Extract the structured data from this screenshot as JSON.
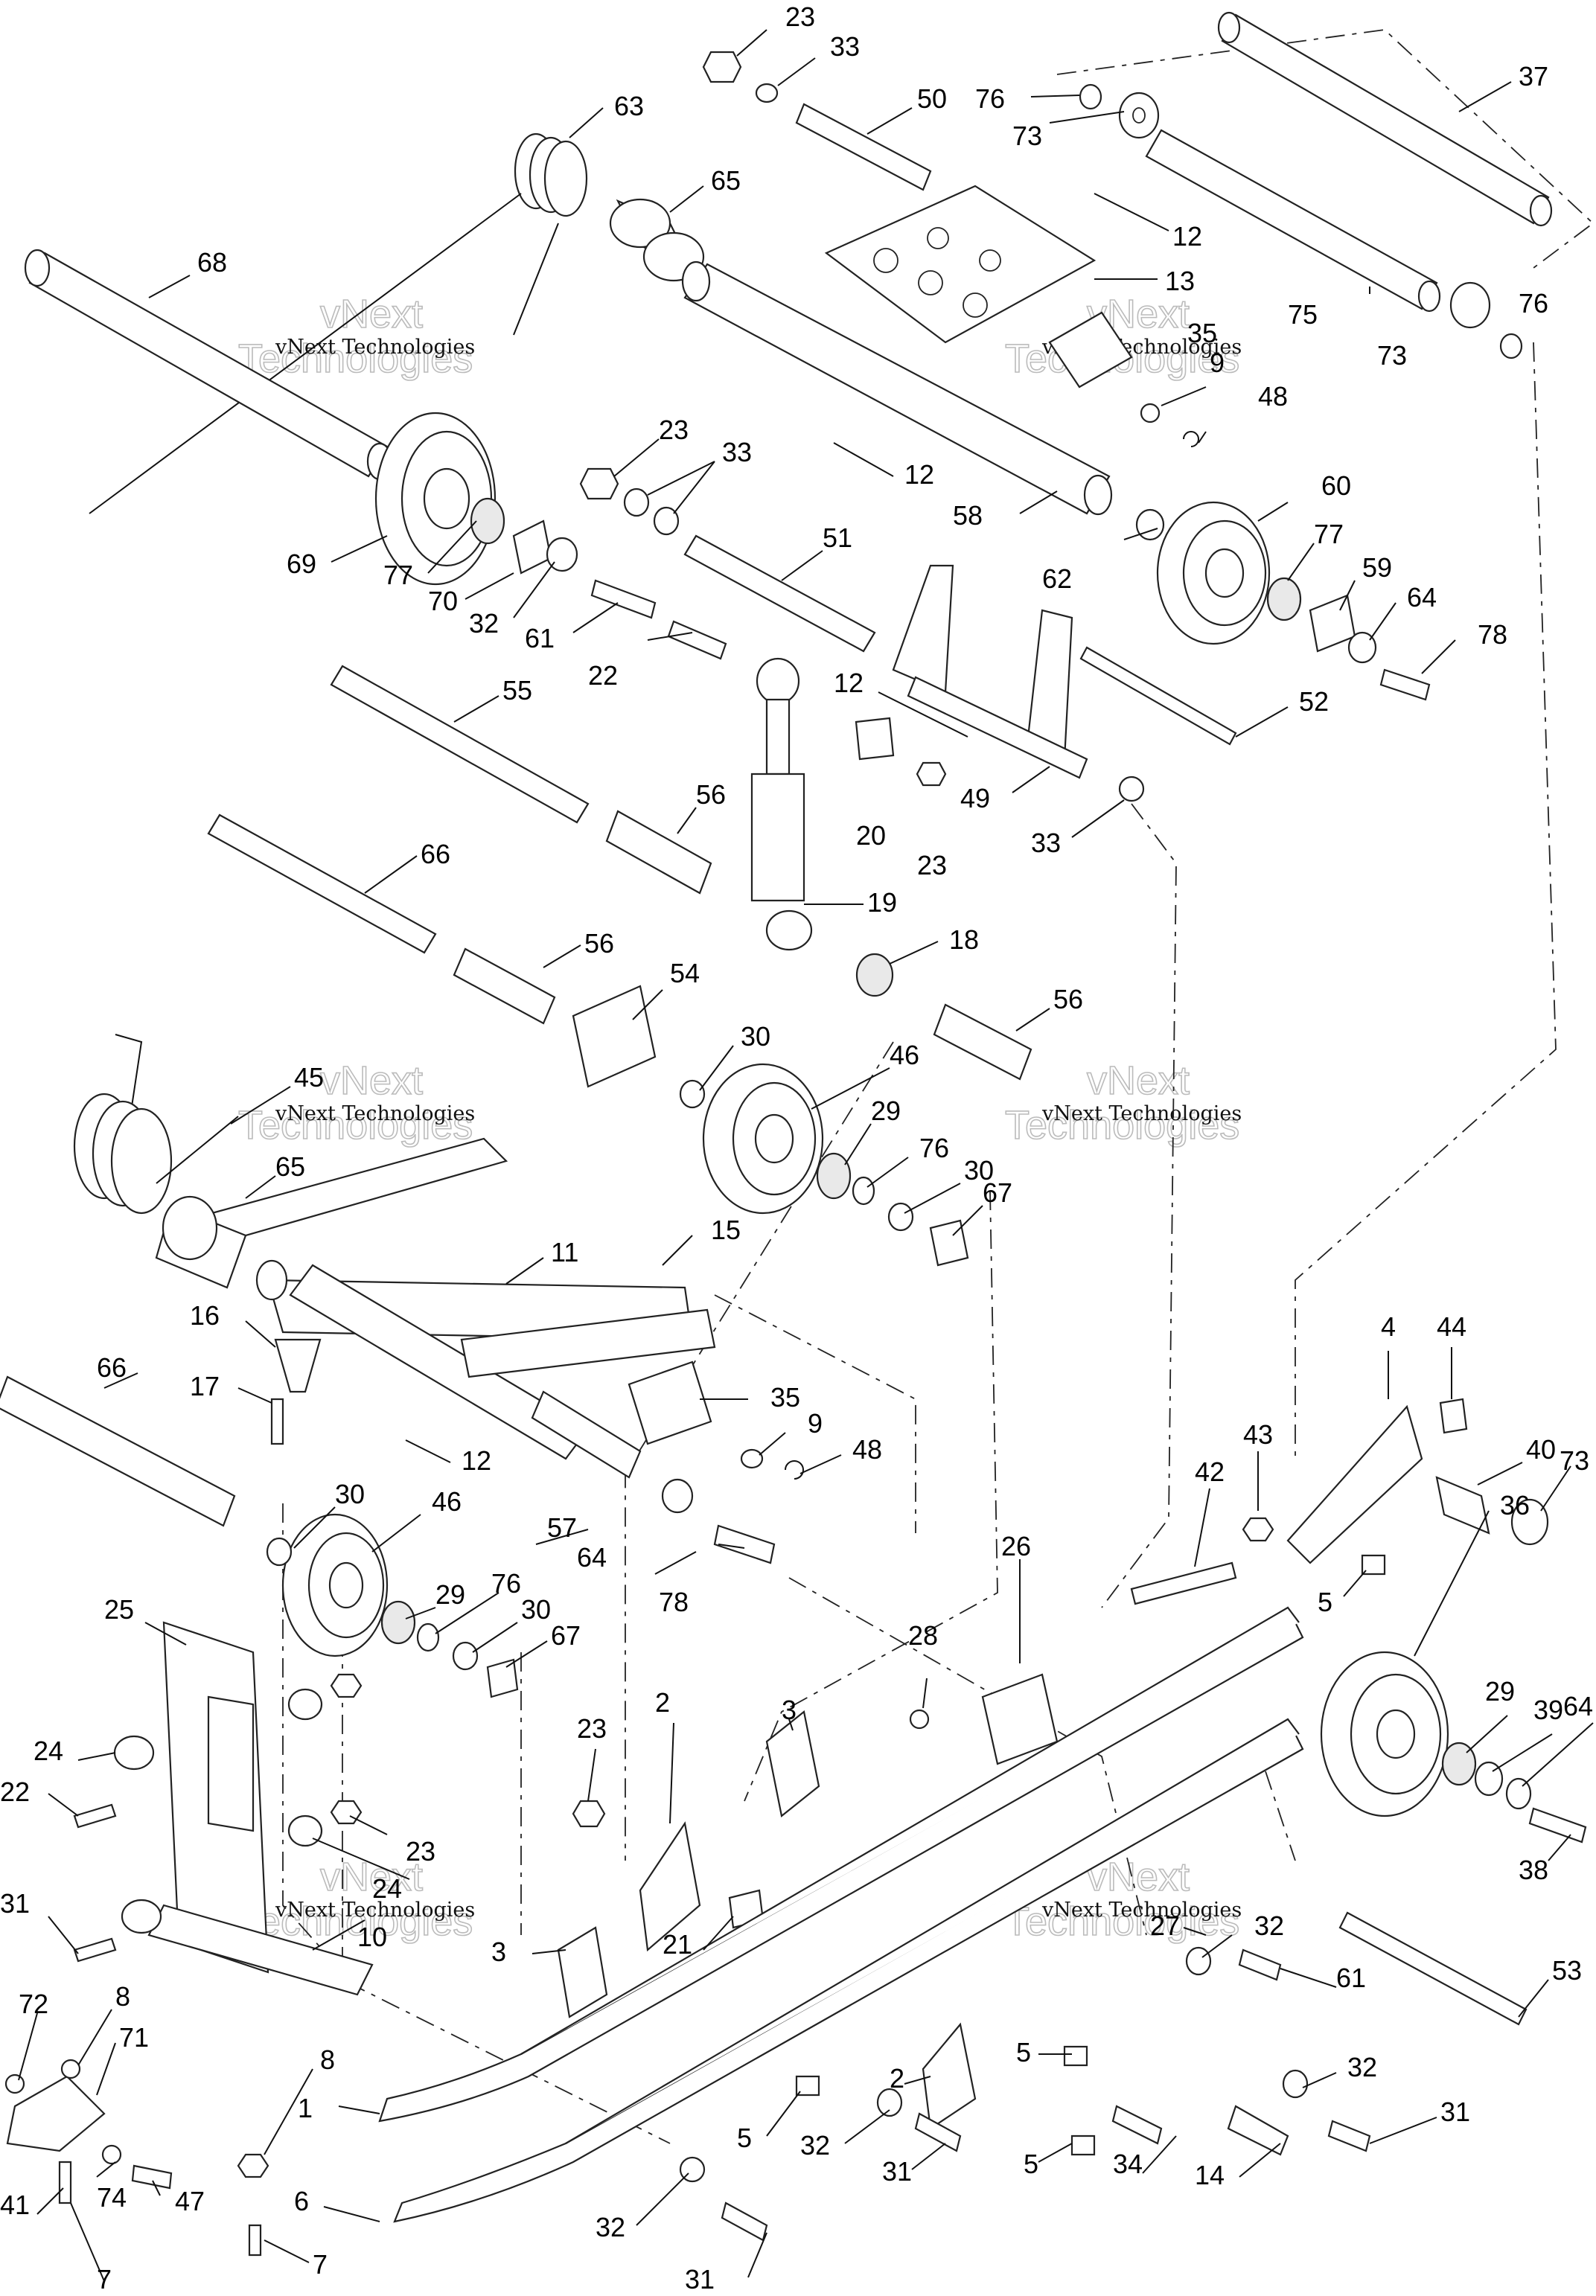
{
  "watermark": {
    "small_text": "vNext Technologies",
    "big_text_line1": "vNext",
    "big_text_line2": "Technologies"
  },
  "callouts": [
    "23",
    "33",
    "50",
    "76",
    "73",
    "37",
    "63",
    "65",
    "12",
    "13",
    "68",
    "35",
    "9",
    "48",
    "23",
    "33",
    "12",
    "58",
    "75",
    "73",
    "76",
    "60",
    "69",
    "77",
    "70",
    "32",
    "61",
    "51",
    "62",
    "77",
    "59",
    "64",
    "78",
    "22",
    "55",
    "12",
    "52",
    "49",
    "20",
    "23",
    "33",
    "56",
    "66",
    "19",
    "18",
    "56",
    "54",
    "56",
    "30",
    "46",
    "29",
    "76",
    "30",
    "67",
    "45",
    "65",
    "15",
    "11",
    "16",
    "17",
    "12",
    "35",
    "9",
    "48",
    "4",
    "44",
    "43",
    "42",
    "40",
    "73",
    "66",
    "30",
    "46",
    "57",
    "64",
    "78",
    "29",
    "76",
    "30",
    "67",
    "5",
    "36",
    "25",
    "26",
    "28",
    "29",
    "39",
    "64",
    "24",
    "22",
    "23",
    "2",
    "3",
    "38",
    "23",
    "24",
    "10",
    "31",
    "27",
    "32",
    "61",
    "53",
    "3",
    "21",
    "72",
    "8",
    "71",
    "8",
    "2",
    "5",
    "32",
    "1",
    "5",
    "32",
    "31",
    "31",
    "74",
    "47",
    "41",
    "6",
    "34",
    "5",
    "14",
    "32",
    "31",
    "7",
    "7"
  ]
}
